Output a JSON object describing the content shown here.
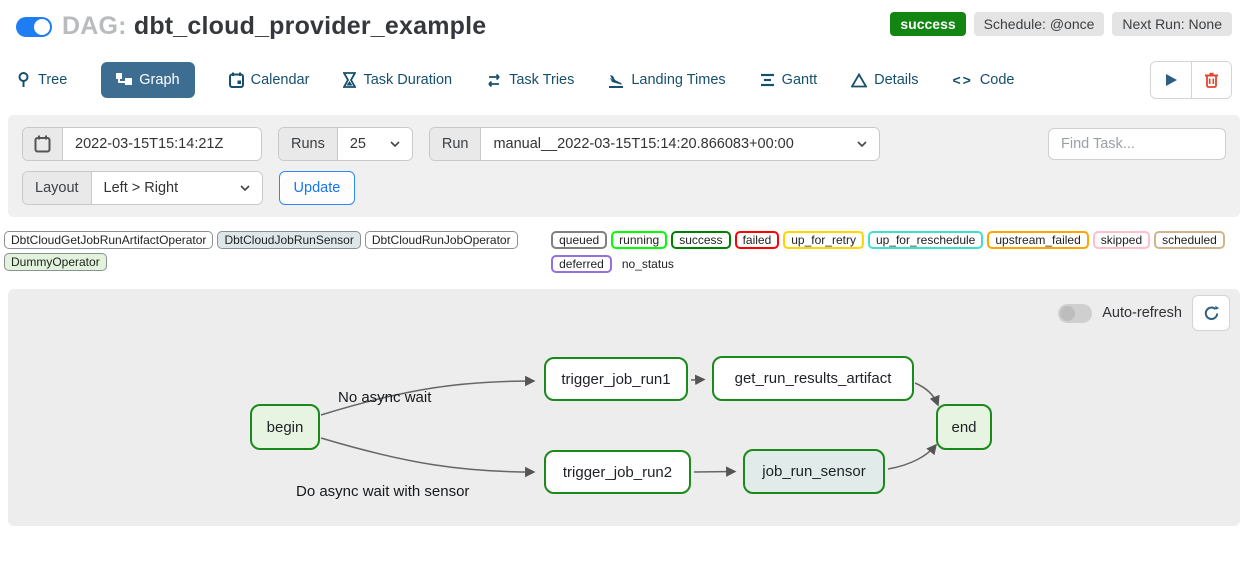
{
  "header": {
    "dag_prefix": "DAG:",
    "dag_title": "dbt_cloud_provider_example",
    "status_badge": "success",
    "schedule_badge": "Schedule: @once",
    "next_run_badge": "Next Run: None"
  },
  "tabs": [
    {
      "label": "Tree",
      "icon": "tree-icon"
    },
    {
      "label": "Graph",
      "icon": "graph-icon",
      "active": true
    },
    {
      "label": "Calendar",
      "icon": "calendar-icon"
    },
    {
      "label": "Task Duration",
      "icon": "hourglass-icon"
    },
    {
      "label": "Task Tries",
      "icon": "repeat-icon"
    },
    {
      "label": "Landing Times",
      "icon": "plane-landing-icon"
    },
    {
      "label": "Gantt",
      "icon": "gantt-bars-icon"
    },
    {
      "label": "Details",
      "icon": "triangle-icon"
    },
    {
      "label": "Code",
      "icon": "code-icon"
    }
  ],
  "filters": {
    "base_date": "2022-03-15T15:14:21Z",
    "runs_label": "Runs",
    "runs_value": "25",
    "run_label": "Run",
    "run_value": "manual__2022-03-15T15:14:20.866083+00:00",
    "find_task_placeholder": "Find Task...",
    "layout_label": "Layout",
    "layout_value": "Left > Right",
    "update_label": "Update"
  },
  "legend": {
    "operators": [
      {
        "label": "DbtCloudGetJobRunArtifactOperator",
        "fill": "#ffffff"
      },
      {
        "label": "DbtCloudJobRunSensor",
        "fill": "#dde7ea"
      },
      {
        "label": "DbtCloudRunJobOperator",
        "fill": "#ffffff"
      },
      {
        "label": "DummyOperator",
        "fill": "#e2f3dc"
      }
    ],
    "statuses": [
      {
        "label": "queued",
        "color": "#808080"
      },
      {
        "label": "running",
        "color": "#00ff00"
      },
      {
        "label": "success",
        "color": "#008000"
      },
      {
        "label": "failed",
        "color": "#ff0000"
      },
      {
        "label": "up_for_retry",
        "color": "#ffd700"
      },
      {
        "label": "up_for_reschedule",
        "color": "#40e0d0"
      },
      {
        "label": "upstream_failed",
        "color": "#ffa500"
      },
      {
        "label": "skipped",
        "color": "#ffc0cb"
      },
      {
        "label": "scheduled",
        "color": "#d2b48c"
      },
      {
        "label": "deferred",
        "color": "#9370db"
      }
    ],
    "no_status_label": "no_status"
  },
  "graph": {
    "auto_refresh_label": "Auto-refresh",
    "auto_refresh_on": false,
    "nodes": {
      "begin": {
        "label": "begin",
        "fill": "#e7f4e1",
        "border": "#1a8a1a"
      },
      "run1": {
        "label": "trigger_job_run1",
        "fill": "#ffffff",
        "border": "#1a8a1a"
      },
      "artifact": {
        "label": "get_run_results_artifact",
        "fill": "#ffffff",
        "border": "#1a8a1a"
      },
      "run2": {
        "label": "trigger_job_run2",
        "fill": "#ffffff",
        "border": "#1a8a1a"
      },
      "sensor": {
        "label": "job_run_sensor",
        "fill": "#e0ebea",
        "border": "#1a8a1a"
      },
      "end": {
        "label": "end",
        "fill": "#e7f4e1",
        "border": "#1a8a1a"
      }
    },
    "edge_labels": {
      "top": "No async wait",
      "bottom": "Do async wait with sensor"
    }
  },
  "colors": {
    "success_badge_bg": "#128512",
    "active_tab_bg": "#3d6e91",
    "toggle_on": "#1e7df2",
    "play_icon": "#2d5f80",
    "trash_icon": "#e8432e",
    "update_blue": "#1877f2",
    "edge_stroke": "#666666"
  }
}
